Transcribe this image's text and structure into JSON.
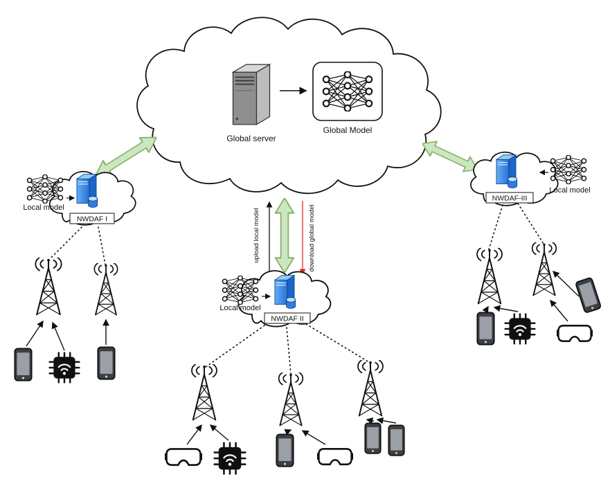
{
  "diagram": {
    "global_cloud": {
      "server_label": "Global server",
      "model_label": "Global Model"
    },
    "flows": {
      "upload_label": "upload local model",
      "download_label": "download global model"
    },
    "nwdaf_nodes": [
      {
        "name": "NWDAF I",
        "local_model_label": "Local model"
      },
      {
        "name": "NWDAF II",
        "local_model_label": "Local model"
      },
      {
        "name": "NWDAF-III",
        "local_model_label": "Local model"
      }
    ],
    "colors": {
      "sync_arrow_fill": "#cde6c2",
      "sync_arrow_stroke": "#82b366",
      "download_red": "#d92b2b",
      "upload_black": "#000000",
      "nwdaf_server_blue": "#2f7de1",
      "global_server_gray": "#8f8f8f"
    }
  }
}
